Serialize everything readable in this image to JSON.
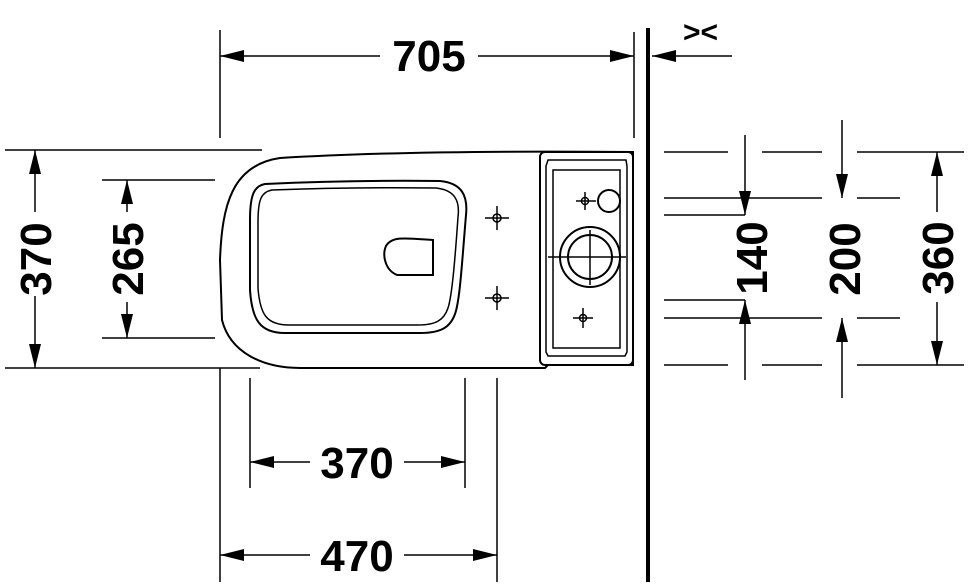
{
  "drawing": {
    "wall_symbol": "><",
    "dimensions": {
      "total_length": "705",
      "bowl_width": "370",
      "seat_width": "265",
      "tank_depth_inner": "140",
      "tank_depth_mid": "200",
      "tank_depth_outer": "360",
      "bowl_inner_length": "370",
      "fixing_distance": "470"
    }
  }
}
